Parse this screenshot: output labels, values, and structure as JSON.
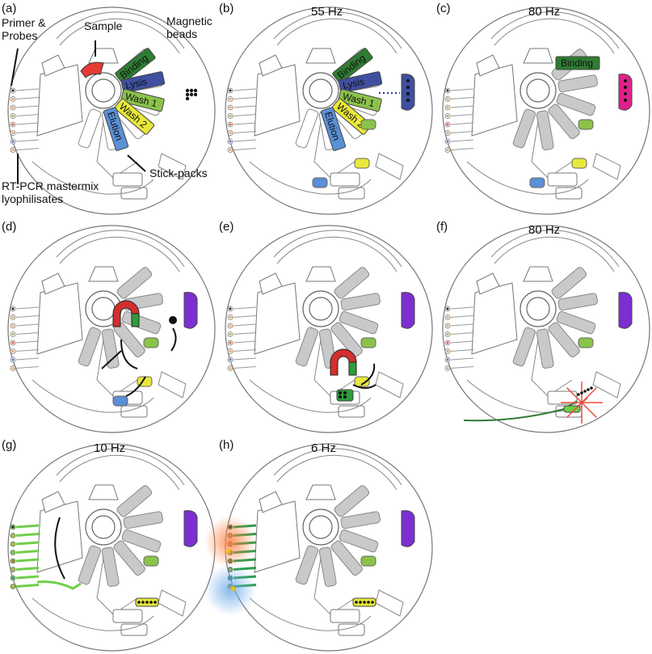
{
  "panels": [
    {
      "id": "a",
      "label": "(a)",
      "freq": ""
    },
    {
      "id": "b",
      "label": "(b)",
      "freq": "55 Hz"
    },
    {
      "id": "c",
      "label": "(c)",
      "freq": "80 Hz"
    },
    {
      "id": "d",
      "label": "(d)",
      "freq": ""
    },
    {
      "id": "e",
      "label": "(e)",
      "freq": ""
    },
    {
      "id": "f",
      "label": "(f)",
      "freq": "80 Hz"
    },
    {
      "id": "g",
      "label": "(g)",
      "freq": "10 Hz"
    },
    {
      "id": "h",
      "label": "(h)",
      "freq": "6 Hz"
    }
  ],
  "annotations": {
    "primer_probes": "Primer &\nProbes",
    "sample": "Sample",
    "magnetic_beads": "Magnetic\nbeads",
    "stick_packs": "Stick-packs",
    "mastermix": "RT-PCR mastermix\nlyophilisates"
  },
  "chambers": {
    "binding": "Binding",
    "lysis": "Lysis",
    "wash1": "Wash 1",
    "wash2": "Wash 2",
    "elution": "Elution"
  },
  "colors": {
    "binding": "#2e7d32",
    "lysis": "#3f4fa0",
    "wash1": "#8bc34a",
    "wash2": "#e8e83a",
    "elution": "#5b8fd6",
    "sample": "#e53935",
    "purple": "#7b2fd0",
    "magenta": "#e0218a",
    "grey": "#c9c9c9"
  }
}
